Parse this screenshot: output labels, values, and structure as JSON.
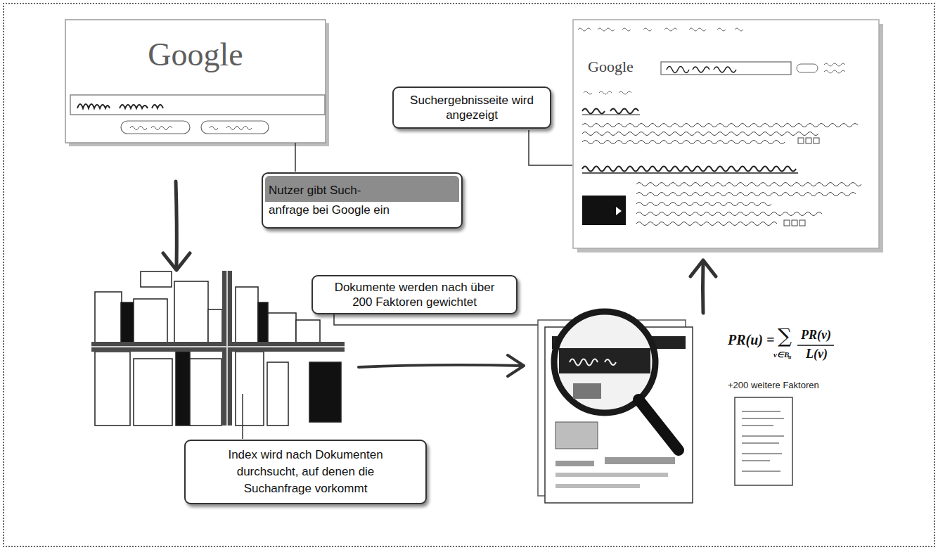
{
  "diagram": {
    "nodes": [
      {
        "text": [
          "Suchergebnisseite wird angezeigt"
        ]
      },
      {
        "text": [
          "Nutzer gibt Such- anfrage bei Google ein"
        ]
      },
      {
        "text": [
          "Dokumente werden nach über 200 Faktoren gewichtet"
        ]
      },
      {
        "text": [
          "Index wird nach Dokumenten durchsucht, auf denen die Suchanfrage vorkommt"
        ]
      }
    ],
    "labels": [
      "Google",
      "Google",
      "PR(u) =",
      "∑",
      "v∈B",
      "u",
      "PR(v)",
      "L(v)",
      "+200 weitere Faktoren"
    ]
  }
}
